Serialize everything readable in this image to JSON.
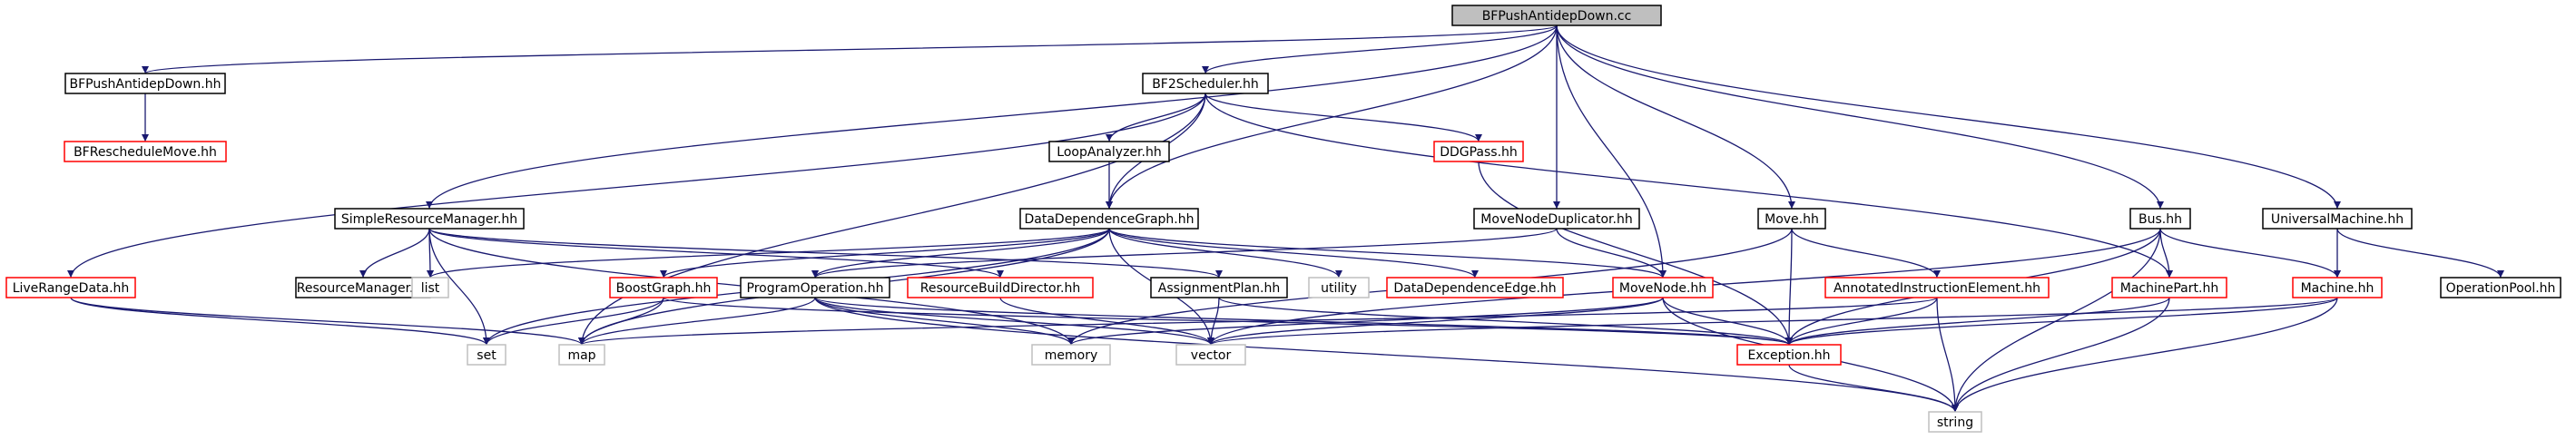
{
  "colors": {
    "root_fill": "#bfbfbf",
    "root_border": "#000000",
    "normal_border": "#000000",
    "truncated_border": "#ff0000",
    "external_border": "#bfbfbf",
    "edge": "#191970",
    "node_fill": "#ffffff"
  },
  "nodes": [
    {
      "id": "n_root",
      "label": "BFPushAntidepDown.cc",
      "kind": "root"
    },
    {
      "id": "n_bfpadhh",
      "label": "BFPushAntidepDown.hh",
      "kind": "normal"
    },
    {
      "id": "n_bfresched",
      "label": "BFRescheduleMove.hh",
      "kind": "truncated"
    },
    {
      "id": "n_bf2sched",
      "label": "BF2Scheduler.hh",
      "kind": "normal"
    },
    {
      "id": "n_loopan",
      "label": "LoopAnalyzer.hh",
      "kind": "normal"
    },
    {
      "id": "n_ddgpass",
      "label": "DDGPass.hh",
      "kind": "truncated"
    },
    {
      "id": "n_srm",
      "label": "SimpleResourceManager.hh",
      "kind": "normal"
    },
    {
      "id": "n_ddg",
      "label": "DataDependenceGraph.hh",
      "kind": "normal"
    },
    {
      "id": "n_mnd",
      "label": "MoveNodeDuplicator.hh",
      "kind": "normal"
    },
    {
      "id": "n_move",
      "label": "Move.hh",
      "kind": "normal"
    },
    {
      "id": "n_bus",
      "label": "Bus.hh",
      "kind": "normal"
    },
    {
      "id": "n_um",
      "label": "UniversalMachine.hh",
      "kind": "normal"
    },
    {
      "id": "n_lrd",
      "label": "LiveRangeData.hh",
      "kind": "truncated"
    },
    {
      "id": "n_resmgr",
      "label": "ResourceManager.hh",
      "kind": "normal"
    },
    {
      "id": "n_list",
      "label": "list",
      "kind": "external"
    },
    {
      "id": "n_bgraph",
      "label": "BoostGraph.hh",
      "kind": "truncated"
    },
    {
      "id": "n_progop",
      "label": "ProgramOperation.hh",
      "kind": "normal"
    },
    {
      "id": "n_rbd",
      "label": "ResourceBuildDirector.hh",
      "kind": "truncated"
    },
    {
      "id": "n_asgn",
      "label": "AssignmentPlan.hh",
      "kind": "normal"
    },
    {
      "id": "n_utility",
      "label": "utility",
      "kind": "external"
    },
    {
      "id": "n_dde",
      "label": "DataDependenceEdge.hh",
      "kind": "truncated"
    },
    {
      "id": "n_movenode",
      "label": "MoveNode.hh",
      "kind": "truncated"
    },
    {
      "id": "n_aie",
      "label": "AnnotatedInstructionElement.hh",
      "kind": "truncated"
    },
    {
      "id": "n_mpart",
      "label": "MachinePart.hh",
      "kind": "truncated"
    },
    {
      "id": "n_machine",
      "label": "Machine.hh",
      "kind": "truncated"
    },
    {
      "id": "n_oppool",
      "label": "OperationPool.hh",
      "kind": "normal"
    },
    {
      "id": "n_set",
      "label": "set",
      "kind": "external"
    },
    {
      "id": "n_map",
      "label": "map",
      "kind": "external"
    },
    {
      "id": "n_memory",
      "label": "memory",
      "kind": "external"
    },
    {
      "id": "n_vector",
      "label": "vector",
      "kind": "external"
    },
    {
      "id": "n_exc",
      "label": "Exception.hh",
      "kind": "truncated"
    },
    {
      "id": "n_string",
      "label": "string",
      "kind": "external"
    }
  ],
  "edges": [
    [
      "n_root",
      "n_bfpadhh"
    ],
    [
      "n_root",
      "n_bf2sched"
    ],
    [
      "n_root",
      "n_srm"
    ],
    [
      "n_root",
      "n_ddg"
    ],
    [
      "n_root",
      "n_mnd"
    ],
    [
      "n_root",
      "n_movenode"
    ],
    [
      "n_root",
      "n_move"
    ],
    [
      "n_root",
      "n_bus"
    ],
    [
      "n_root",
      "n_um"
    ],
    [
      "n_bfpadhh",
      "n_bfresched"
    ],
    [
      "n_bf2sched",
      "n_loopan"
    ],
    [
      "n_bf2sched",
      "n_ddgpass"
    ],
    [
      "n_bf2sched",
      "n_ddg"
    ],
    [
      "n_bf2sched",
      "n_lrd"
    ],
    [
      "n_bf2sched",
      "n_map"
    ],
    [
      "n_bf2sched",
      "n_mpart"
    ],
    [
      "n_loopan",
      "n_ddg"
    ],
    [
      "n_ddgpass",
      "n_exc"
    ],
    [
      "n_srm",
      "n_resmgr"
    ],
    [
      "n_srm",
      "n_list"
    ],
    [
      "n_srm",
      "n_rbd"
    ],
    [
      "n_srm",
      "n_asgn"
    ],
    [
      "n_srm",
      "n_set"
    ],
    [
      "n_srm",
      "n_memory"
    ],
    [
      "n_ddg",
      "n_list"
    ],
    [
      "n_ddg",
      "n_bgraph"
    ],
    [
      "n_ddg",
      "n_progop"
    ],
    [
      "n_ddg",
      "n_utility"
    ],
    [
      "n_ddg",
      "n_dde"
    ],
    [
      "n_ddg",
      "n_movenode"
    ],
    [
      "n_ddg",
      "n_set"
    ],
    [
      "n_ddg",
      "n_map"
    ],
    [
      "n_ddg",
      "n_vector"
    ],
    [
      "n_mnd",
      "n_progop"
    ],
    [
      "n_mnd",
      "n_movenode"
    ],
    [
      "n_move",
      "n_aie"
    ],
    [
      "n_move",
      "n_exc"
    ],
    [
      "n_move",
      "n_memory"
    ],
    [
      "n_bus",
      "n_mpart"
    ],
    [
      "n_bus",
      "n_machine"
    ],
    [
      "n_bus",
      "n_exc"
    ],
    [
      "n_bus",
      "n_vector"
    ],
    [
      "n_bus",
      "n_string"
    ],
    [
      "n_um",
      "n_machine"
    ],
    [
      "n_um",
      "n_oppool"
    ],
    [
      "n_lrd",
      "n_map"
    ],
    [
      "n_lrd",
      "n_set"
    ],
    [
      "n_bgraph",
      "n_set"
    ],
    [
      "n_bgraph",
      "n_map"
    ],
    [
      "n_bgraph",
      "n_exc"
    ],
    [
      "n_progop",
      "n_map"
    ],
    [
      "n_progop",
      "n_memory"
    ],
    [
      "n_progop",
      "n_vector"
    ],
    [
      "n_progop",
      "n_string"
    ],
    [
      "n_progop",
      "n_exc"
    ],
    [
      "n_rbd",
      "n_vector"
    ],
    [
      "n_asgn",
      "n_vector"
    ],
    [
      "n_asgn",
      "n_exc"
    ],
    [
      "n_movenode",
      "n_exc"
    ],
    [
      "n_movenode",
      "n_string"
    ],
    [
      "n_movenode",
      "n_memory"
    ],
    [
      "n_movenode",
      "n_vector"
    ],
    [
      "n_aie",
      "n_exc"
    ],
    [
      "n_aie",
      "n_string"
    ],
    [
      "n_aie",
      "n_map"
    ],
    [
      "n_mpart",
      "n_exc"
    ],
    [
      "n_mpart",
      "n_string"
    ],
    [
      "n_machine",
      "n_exc"
    ],
    [
      "n_machine",
      "n_string"
    ],
    [
      "n_machine",
      "n_vector"
    ],
    [
      "n_exc",
      "n_string"
    ]
  ]
}
